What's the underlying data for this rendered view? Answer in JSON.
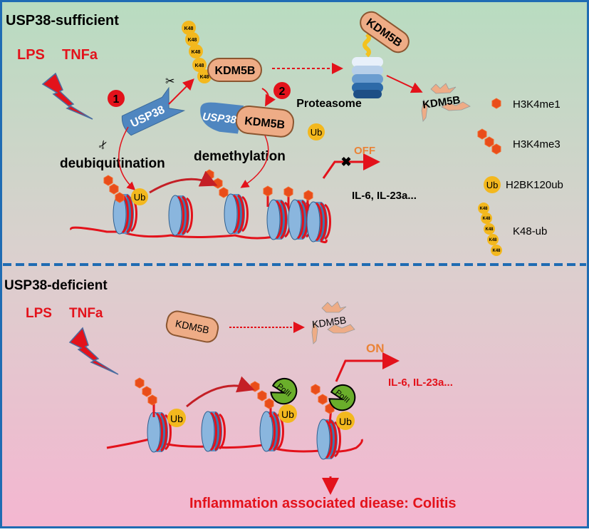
{
  "colors": {
    "frame": "#1f6cb3",
    "top_bg_start": "#b8dcc0",
    "top_bg_end": "#dcd0cf",
    "bottom_bg_start": "#dccfce",
    "bottom_bg_end": "#f4b6d0",
    "red": "#e3121b",
    "dark_red": "#c41f26",
    "orange_text": "#ea8235",
    "hex_orange": "#e94d1a",
    "ub_yellow": "#f3b81e",
    "kdm5b_fill": "#eeac86",
    "kdm5b_stroke": "#8b5630",
    "usp38_fill": "#4f86c0",
    "nucleosome_blue": "#5b93c7",
    "polii_green": "#6aae2b"
  },
  "top_panel": {
    "title": "USP38-sufficient",
    "stimulus_lps": "LPS",
    "stimulus_tnfa": "TNFa",
    "step1_badge": "1",
    "step2_badge": "2",
    "usp38_label": "USP38",
    "kdm5b_label": "KDM5B",
    "k48_label": "K48",
    "proteasome_label": "Proteasome",
    "degraded_label": "KDM5B",
    "ub_label": "Ub",
    "deubiquitination_label": "deubiquitination",
    "demethylation_label": "demethylation",
    "off_label": "OFF",
    "genes_label": "IL-6, IL-23a..."
  },
  "legend": {
    "items": [
      {
        "icon": "h3k4me1-icon",
        "label": "H3K4me1"
      },
      {
        "icon": "h3k4me3-icon",
        "label": "H3K4me3"
      },
      {
        "icon": "ub-icon",
        "icon_text": "Ub",
        "label": "H2BK120ub"
      },
      {
        "icon": "k48-chain-icon",
        "icon_text": "K48",
        "label": "K48-ub"
      }
    ]
  },
  "bottom_panel": {
    "title": "USP38-deficient",
    "stimulus_lps": "LPS",
    "stimulus_tnfa": "TNFa",
    "kdm5b_label": "KDM5B",
    "degraded_label": "KDM5B",
    "ub_label": "Ub",
    "polii_label": "PolII",
    "on_label": "ON",
    "genes_label": "IL-6, IL-23a...",
    "outcome_label": "Inflammation associated diease: Colitis"
  }
}
